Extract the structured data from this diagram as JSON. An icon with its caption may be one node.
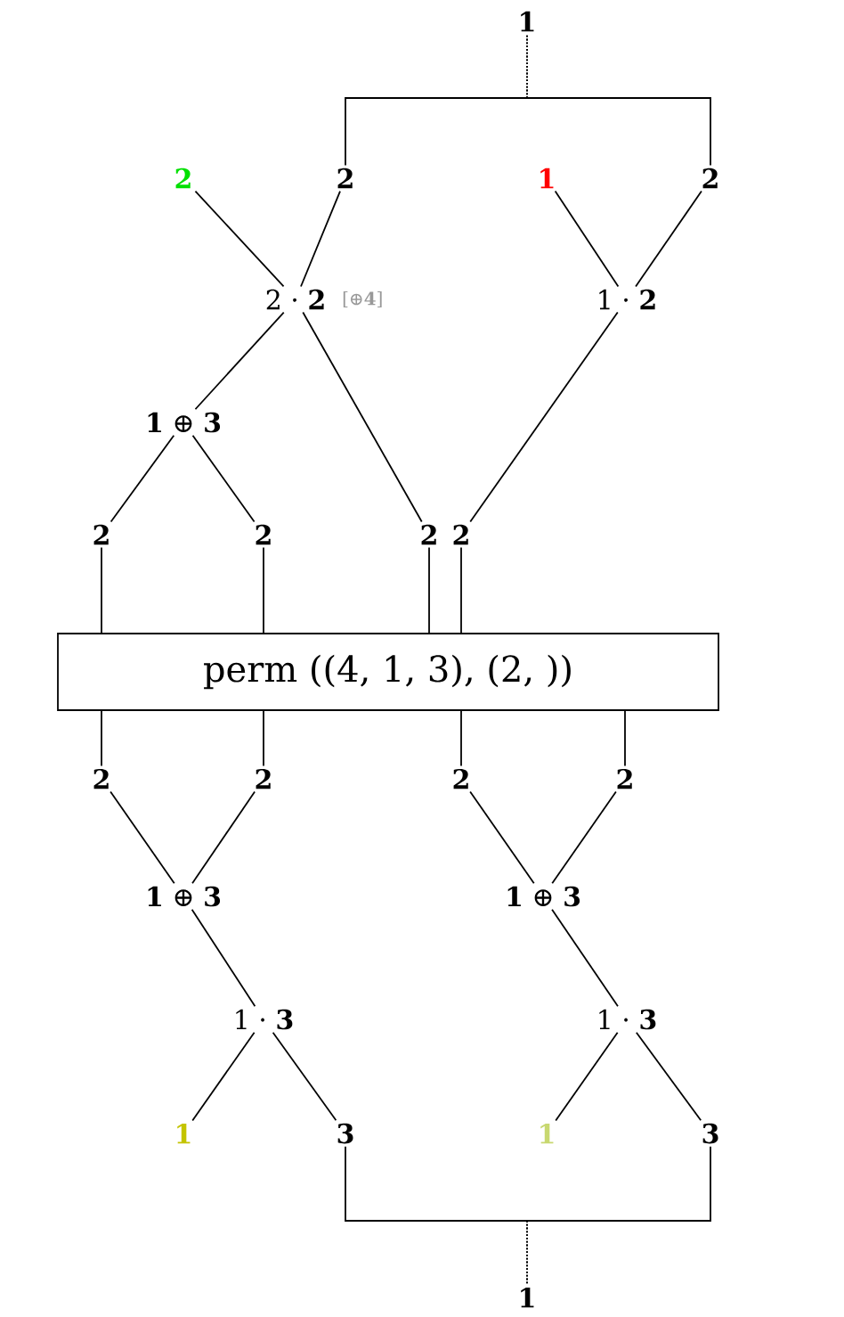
{
  "diagram": {
    "nodes": [
      {
        "text": [
          "1"
        ]
      },
      {
        "text": [
          "2"
        ]
      },
      {
        "text": [
          "2"
        ]
      },
      {
        "text": [
          "1"
        ]
      },
      {
        "text": [
          "2"
        ]
      },
      {
        "text": [
          "2 · **2**"
        ],
        "beside": [
          "[⊕**4**]"
        ]
      },
      {
        "text": [
          "1 · **2**"
        ]
      },
      {
        "text": [
          "**1** ⊕ **3**"
        ]
      },
      {
        "text": [
          "2"
        ]
      },
      {
        "text": [
          "2"
        ]
      },
      {
        "text": [
          "2"
        ]
      },
      {
        "text": [
          "2"
        ]
      },
      {
        "text": [
          "perm ((4, 1, 3), (2, ))"
        ]
      },
      {
        "text": [
          "2"
        ]
      },
      {
        "text": [
          "2"
        ]
      },
      {
        "text": [
          "2"
        ]
      },
      {
        "text": [
          "2"
        ]
      },
      {
        "text": [
          "**1** ⊕ **3**"
        ]
      },
      {
        "text": [
          "**1** ⊕ **3**"
        ]
      },
      {
        "text": [
          "1 · **3**"
        ]
      },
      {
        "text": [
          "1 · **3**"
        ]
      },
      {
        "text": [
          "1"
        ]
      },
      {
        "text": [
          "3"
        ]
      },
      {
        "text": [
          "1"
        ]
      },
      {
        "text": [
          "3"
        ]
      },
      {
        "text": [
          "1"
        ]
      }
    ],
    "edges": [
      {
        "from": 0,
        "to": 2,
        "arrow": "none"
      },
      {
        "from": 0,
        "to": 4,
        "arrow": "none"
      },
      {
        "from": 1,
        "to": 5,
        "arrow": "none"
      },
      {
        "from": 2,
        "to": 5,
        "arrow": "none"
      },
      {
        "from": 3,
        "to": 6,
        "arrow": "none"
      },
      {
        "from": 4,
        "to": 6,
        "arrow": "none"
      },
      {
        "from": 5,
        "to": 7,
        "arrow": "none"
      },
      {
        "from": 5,
        "to": 10,
        "arrow": "none"
      },
      {
        "from": 6,
        "to": 11,
        "arrow": "none"
      },
      {
        "from": 7,
        "to": 8,
        "arrow": "none"
      },
      {
        "from": 7,
        "to": 9,
        "arrow": "none"
      },
      {
        "from": 8,
        "to": 12,
        "arrow": "none"
      },
      {
        "from": 9,
        "to": 12,
        "arrow": "none"
      },
      {
        "from": 10,
        "to": 12,
        "arrow": "none"
      },
      {
        "from": 11,
        "to": 12,
        "arrow": "none"
      },
      {
        "from": 12,
        "to": 13,
        "arrow": "none"
      },
      {
        "from": 12,
        "to": 14,
        "arrow": "none"
      },
      {
        "from": 12,
        "to": 15,
        "arrow": "none"
      },
      {
        "from": 12,
        "to": 16,
        "arrow": "none"
      },
      {
        "from": 13,
        "to": 17,
        "arrow": "none"
      },
      {
        "from": 14,
        "to": 17,
        "arrow": "none"
      },
      {
        "from": 15,
        "to": 18,
        "arrow": "none"
      },
      {
        "from": 16,
        "to": 18,
        "arrow": "none"
      },
      {
        "from": 17,
        "to": 19,
        "arrow": "none"
      },
      {
        "from": 18,
        "to": 20,
        "arrow": "none"
      },
      {
        "from": 19,
        "to": 21,
        "arrow": "none"
      },
      {
        "from": 19,
        "to": 22,
        "arrow": "none"
      },
      {
        "from": 20,
        "to": 23,
        "arrow": "none"
      },
      {
        "from": 20,
        "to": 24,
        "arrow": "none"
      },
      {
        "from": 22,
        "to": 25,
        "arrow": "none"
      },
      {
        "from": 24,
        "to": 25,
        "arrow": "none"
      }
    ]
  }
}
